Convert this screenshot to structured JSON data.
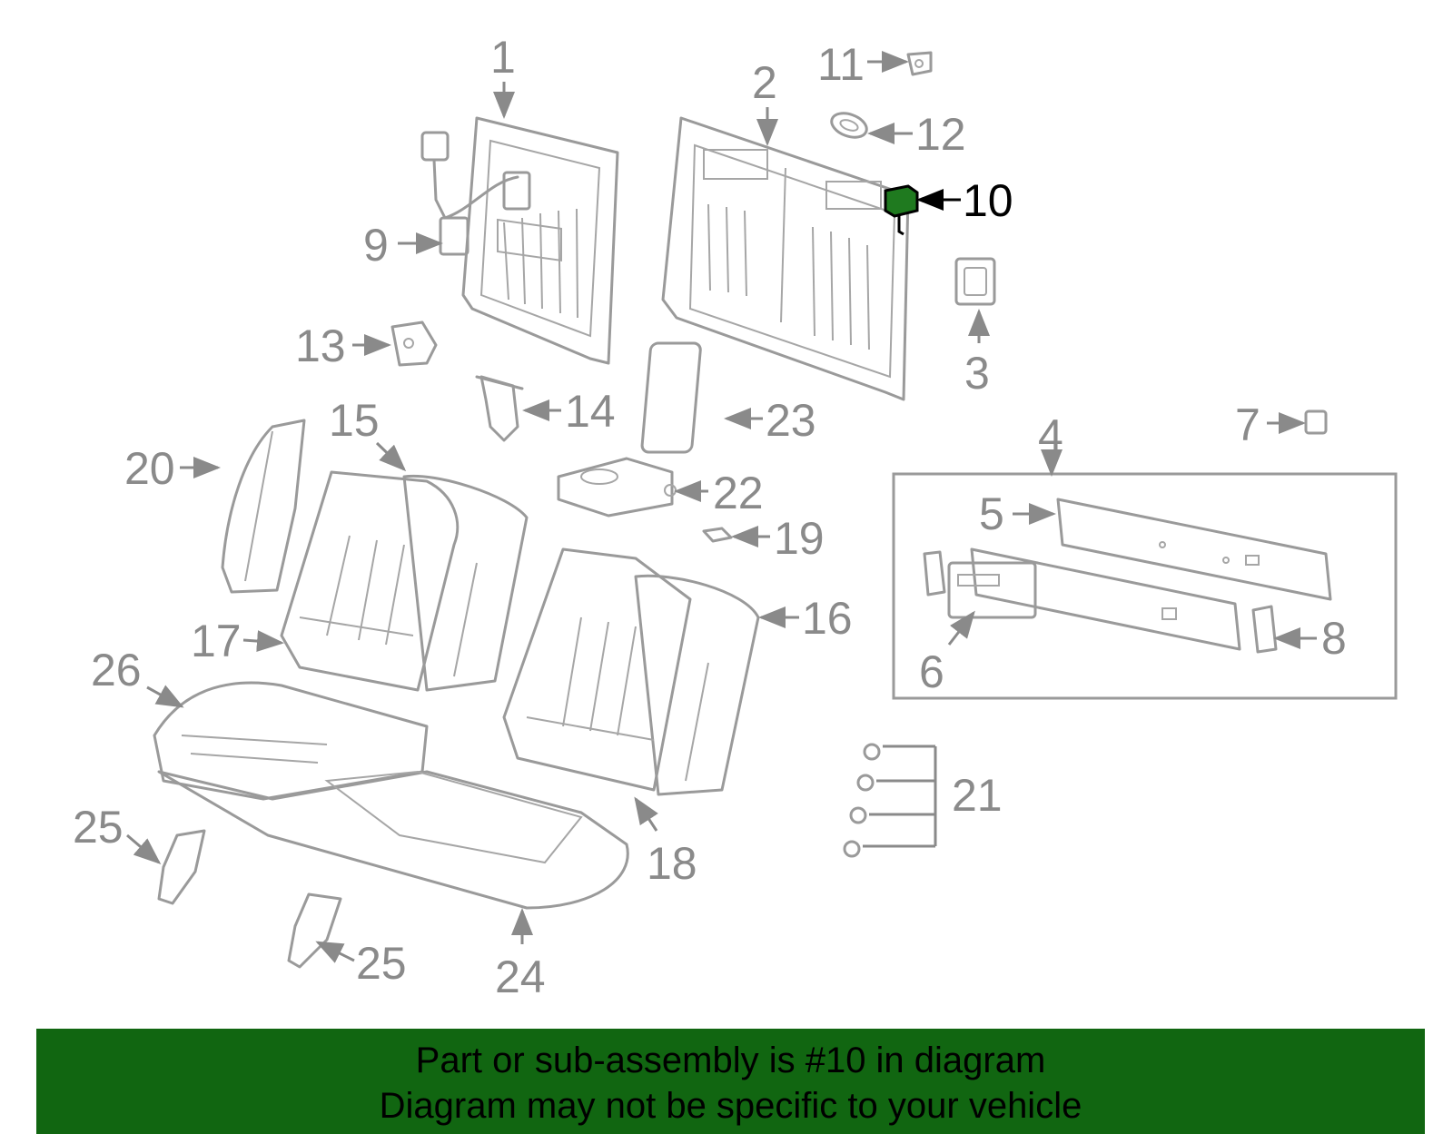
{
  "callouts": [
    "1",
    "2",
    "3",
    "4",
    "5",
    "6",
    "7",
    "8",
    "9",
    "10",
    "11",
    "12",
    "13",
    "14",
    "15",
    "16",
    "17",
    "18",
    "19",
    "20",
    "21",
    "22",
    "23",
    "24",
    "25",
    "25",
    "26"
  ],
  "highlight": {
    "number": "10",
    "color": "#1f7a1f"
  },
  "banner": {
    "line1": "Part or sub-assembly is #10 in diagram",
    "line2": "Diagram may not be specific to your vehicle",
    "color": "#116611"
  }
}
